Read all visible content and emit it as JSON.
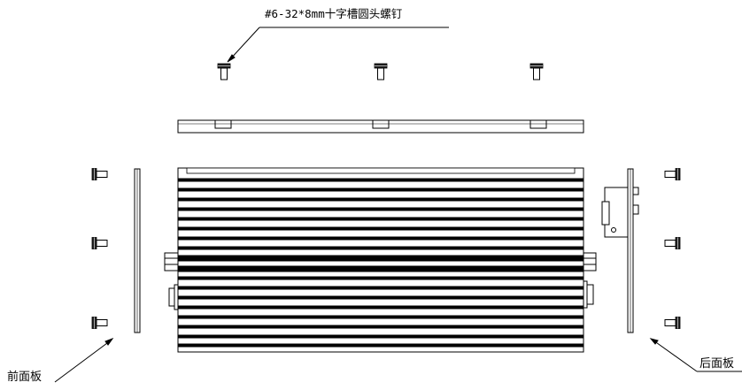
{
  "labels": {
    "screw": "#6-32*8mm十字槽圆头螺钉",
    "front_panel": "前面板",
    "rear_panel": "后面板"
  }
}
